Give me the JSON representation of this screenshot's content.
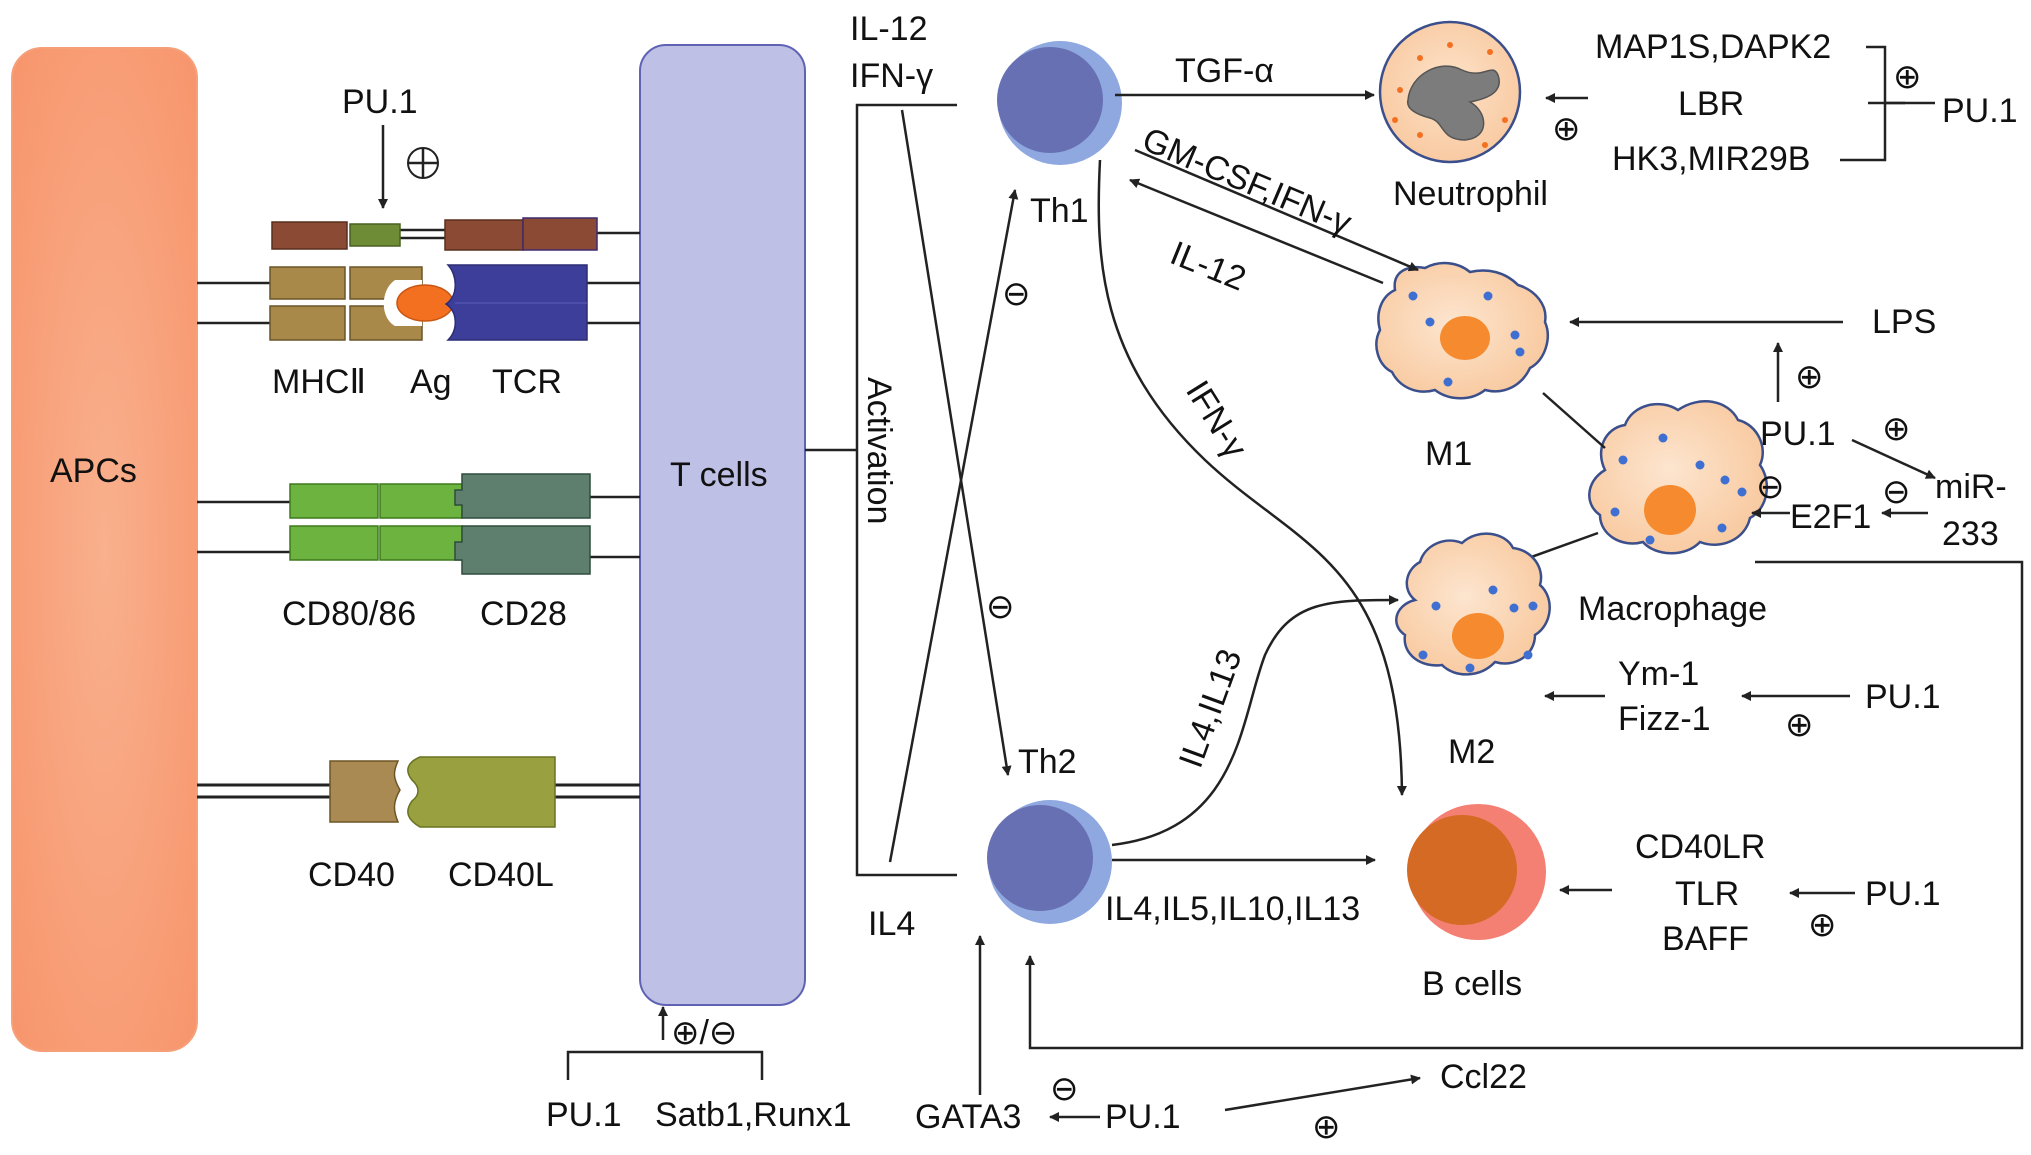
{
  "cells": {
    "apcs": "APCs",
    "t_cells": "T cells",
    "th1": "Th1",
    "th2": "Th2",
    "neutrophil": "Neutrophil",
    "m1": "M1",
    "m2": "M2",
    "macrophage": "Macrophage",
    "b_cells": "B cells"
  },
  "synapse": {
    "pu1": "PU.1",
    "plus": "⊕",
    "mhc": "MHCⅡ",
    "ag": "Ag",
    "tcr": "TCR",
    "cd80_86": "CD80/86",
    "cd28": "CD28",
    "cd40": "CD40",
    "cd40l": "CD40L"
  },
  "tcell_regulation": {
    "plus_minus": "⊕/⊖",
    "pu1": "PU.1",
    "satb1_runx1": "Satb1,Runx1",
    "activation": "Activation"
  },
  "th_signals": {
    "il12": "IL-12",
    "ifng": "IFN-γ",
    "il4": "IL4",
    "minus": "⊖"
  },
  "mediators": {
    "tgfa": "TGF-α",
    "gmcsf_ifng": "GM-CSF,IFN-γ",
    "il12_back": "IL-12",
    "ifng_b": "IFN-γ",
    "il4_il13": "IL4,IL13",
    "il_list": "IL4,IL5,IL10,IL13"
  },
  "neutrophil_reg": {
    "genes1": "MAP1S,DAPK2",
    "genes2": "LBR",
    "genes3": "HK3,MIR29B",
    "pu1": "PU.1",
    "plus": "⊕"
  },
  "macrophage_reg": {
    "lps": "LPS",
    "pu1": "PU.1",
    "plus": "⊕",
    "minus": "⊖",
    "mir_a": "miR-",
    "mir_b": "233",
    "e2f1": "E2F1"
  },
  "m2_reg": {
    "ym1": "Ym-1",
    "fizz1": "Fizz-1",
    "pu1": "PU.1",
    "plus": "⊕"
  },
  "bcell_reg": {
    "cd40lr": "CD40LR",
    "tlr": "TLR",
    "baff": "BAFF",
    "pu1": "PU.1",
    "plus": "⊕"
  },
  "th2_reg": {
    "gata3": "GATA3",
    "pu1": "PU.1",
    "ccl22": "Ccl22",
    "minus": "⊖",
    "plus": "⊕"
  },
  "colors": {
    "apc": "#F9A882",
    "tcell": "#BFC0E6",
    "th_core": "#6870B4",
    "th_ring": "#8FA8E0",
    "neutrophil_fill": "#FAD5B5",
    "macrophage_fill": "#FAD7B8",
    "nucleus": "#F58A2E",
    "bcell_outer": "#F47F73",
    "bcell_inner": "#D56A24"
  }
}
